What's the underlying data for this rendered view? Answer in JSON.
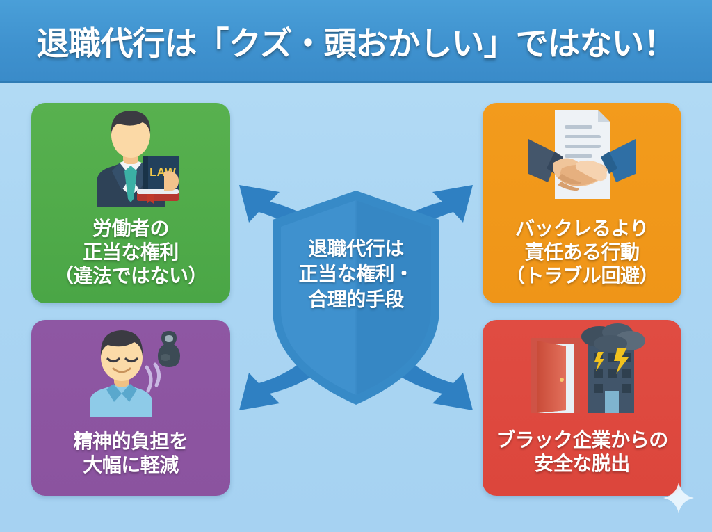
{
  "header": {
    "title": "退職代行は「クズ・頭おかしい」ではない！",
    "bg_color": "#3f92cf",
    "text_color": "#ffffff"
  },
  "background": {
    "color_top": "#b5dcf5",
    "color_bottom": "#a6d2f2"
  },
  "center": {
    "shield_color": "#3d8fcd",
    "arrow_color": "#2f7fc0",
    "lines": [
      "退職代行は",
      "正当な権利・",
      "合理的手段"
    ]
  },
  "cards": [
    {
      "id": "top-left",
      "position": "top-left",
      "color": "#4aa646",
      "icon": "lawyer-with-law-book-icon",
      "icon_text": "LAW",
      "lines": [
        "労働者の",
        "正当な権利",
        "（違法ではない）"
      ]
    },
    {
      "id": "top-right",
      "position": "top-right",
      "color": "#ef9518",
      "icon": "handshake-over-document-icon",
      "lines": [
        "バックレるより",
        "責任ある行動",
        "（トラブル回避）"
      ]
    },
    {
      "id": "bottom-left",
      "position": "bottom-left",
      "color": "#8b539f",
      "icon": "relieved-person-weight-lifted-icon",
      "lines": [
        "精神的負担を",
        "大幅に軽減"
      ]
    },
    {
      "id": "bottom-right",
      "position": "bottom-right",
      "color": "#dc463c",
      "icon": "open-door-storm-building-icon",
      "lines": [
        "ブラック企業からの",
        "安全な脱出"
      ]
    }
  ],
  "decoration": {
    "sparkle": "sparkle-icon"
  }
}
